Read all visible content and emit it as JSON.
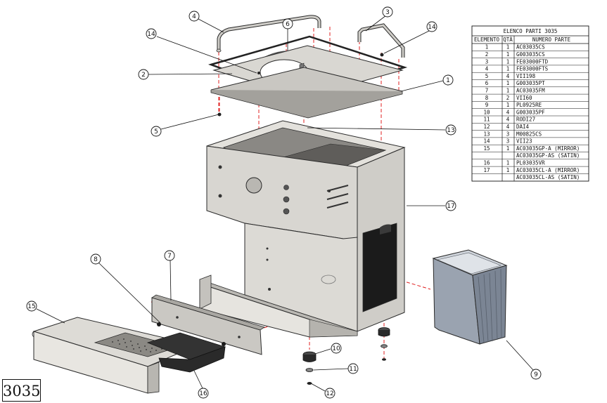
{
  "drawing_number": "3035",
  "bom": {
    "title": "ELENCO PARTI 3035",
    "headers": [
      "ELEMENTO",
      "QTÀ",
      "NUMERO PARTE"
    ],
    "rows": [
      {
        "item": "1",
        "qty": "1",
        "part": "AC03035CS"
      },
      {
        "item": "2",
        "qty": "1",
        "part": "G003035CS"
      },
      {
        "item": "3",
        "qty": "1",
        "part": "FE03000FTD"
      },
      {
        "item": "4",
        "qty": "1",
        "part": "FE03000FTS"
      },
      {
        "item": "5",
        "qty": "4",
        "part": "VII198"
      },
      {
        "item": "6",
        "qty": "1",
        "part": "G003035PT"
      },
      {
        "item": "7",
        "qty": "1",
        "part": "AC03035FM"
      },
      {
        "item": "8",
        "qty": "2",
        "part": "VII60"
      },
      {
        "item": "9",
        "qty": "1",
        "part": "PL0925RE"
      },
      {
        "item": "10",
        "qty": "4",
        "part": "G003035PF"
      },
      {
        "item": "11",
        "qty": "4",
        "part": "RODI27"
      },
      {
        "item": "12",
        "qty": "4",
        "part": "DAI4"
      },
      {
        "item": "13",
        "qty": "3",
        "part": "M00825CS"
      },
      {
        "item": "14",
        "qty": "3",
        "part": "VII23"
      },
      {
        "item": "15",
        "qty": "1",
        "part": "AC03035GP-A  (MIRROR)"
      },
      {
        "item": "",
        "qty": "",
        "part": "AC03035GP-AS (SATIN)"
      },
      {
        "item": "16",
        "qty": "1",
        "part": "PL03035VR"
      },
      {
        "item": "17",
        "qty": "1",
        "part": "AC03035CL-A  (MIRROR)"
      },
      {
        "item": "",
        "qty": "",
        "part": "AC03035CL-AS (SATIN)"
      }
    ]
  },
  "callouts": [
    "1",
    "2",
    "3",
    "4",
    "5",
    "6",
    "7",
    "8",
    "9",
    "10",
    "11",
    "12",
    "13",
    "14",
    "14",
    "15",
    "16",
    "17"
  ],
  "colors": {
    "explode_line": "#e02020",
    "metal": "#d4d2cd",
    "dark_metal": "#6e6c68",
    "glass": "#a9b2bf"
  }
}
